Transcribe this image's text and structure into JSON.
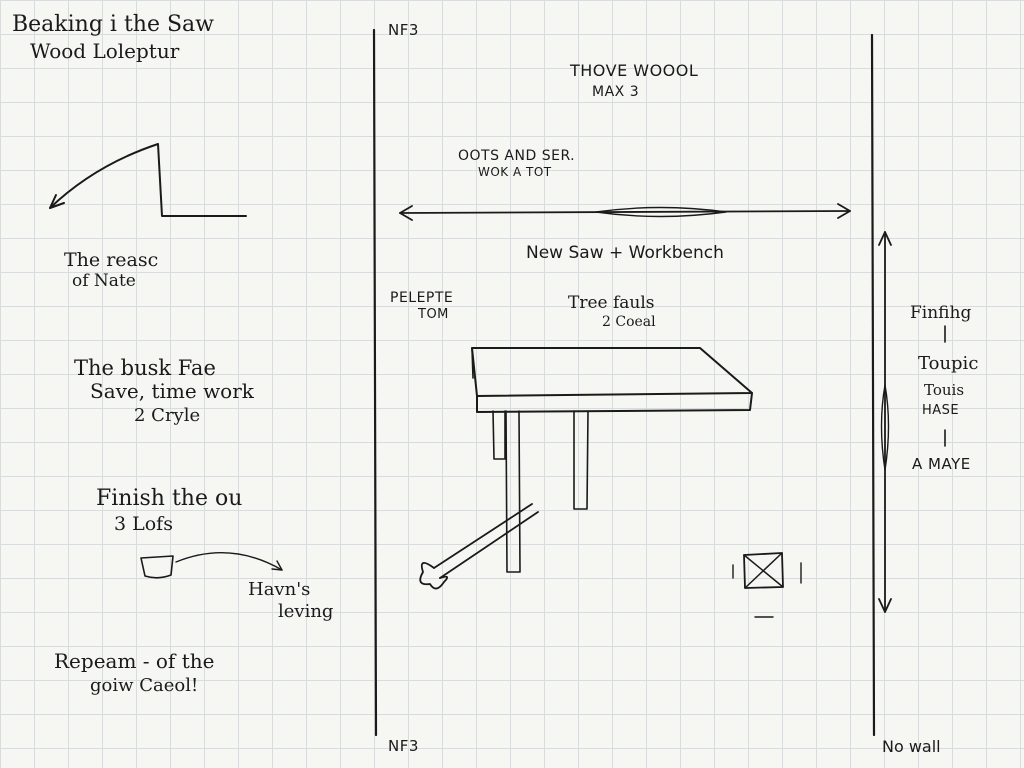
{
  "left_notes": {
    "title_line1": "Beaking i the Saw",
    "title_line2": "Wood Loleptur",
    "note1_line1": "The reasc",
    "note1_line2": "of Nate",
    "note2_line1": "The busk Fae",
    "note2_line2": "Save, time work",
    "note2_line3": "2 Cryle",
    "note3_line1": "Finish the ou",
    "note3_line2": "3 Lofs",
    "note4_line1": "Havn's",
    "note4_line2": "leving",
    "note5_line1": "Repeam - of the",
    "note5_line2": "goiw Caeol!"
  },
  "center": {
    "top_label": "NF3",
    "bottom_label": "NF3",
    "header_line1": "THOVE WOOOL",
    "header_line2": "MAX 3",
    "sub_line1": "OOTS AND SER.",
    "sub_line2": "WOK A TOT",
    "title": "New Saw + Workbench",
    "left_label_line1": "PELEPTE",
    "left_label_line2": "TOM",
    "center_label_line1": "Tree fauls",
    "center_label_line2": "2 Coeal"
  },
  "right_notes": {
    "line1": "Finfihg",
    "line2": "Toupic",
    "line3": "Touis",
    "line4": "HASE",
    "line5": "A MAYE",
    "bottom": "No wall"
  }
}
